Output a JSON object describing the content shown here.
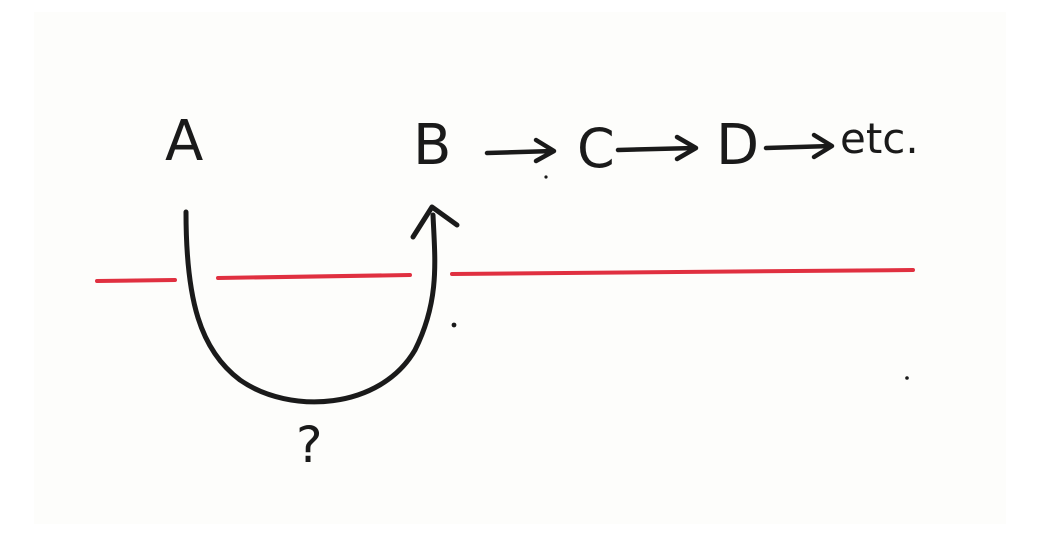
{
  "diagram": {
    "nodes": {
      "a": "A",
      "b": "B",
      "c": "C",
      "d": "D",
      "etc": "etc."
    },
    "question": "?",
    "colors": {
      "ink": "#1a1a1a",
      "line": "#e03040",
      "paper": "#fdfdfb"
    }
  }
}
